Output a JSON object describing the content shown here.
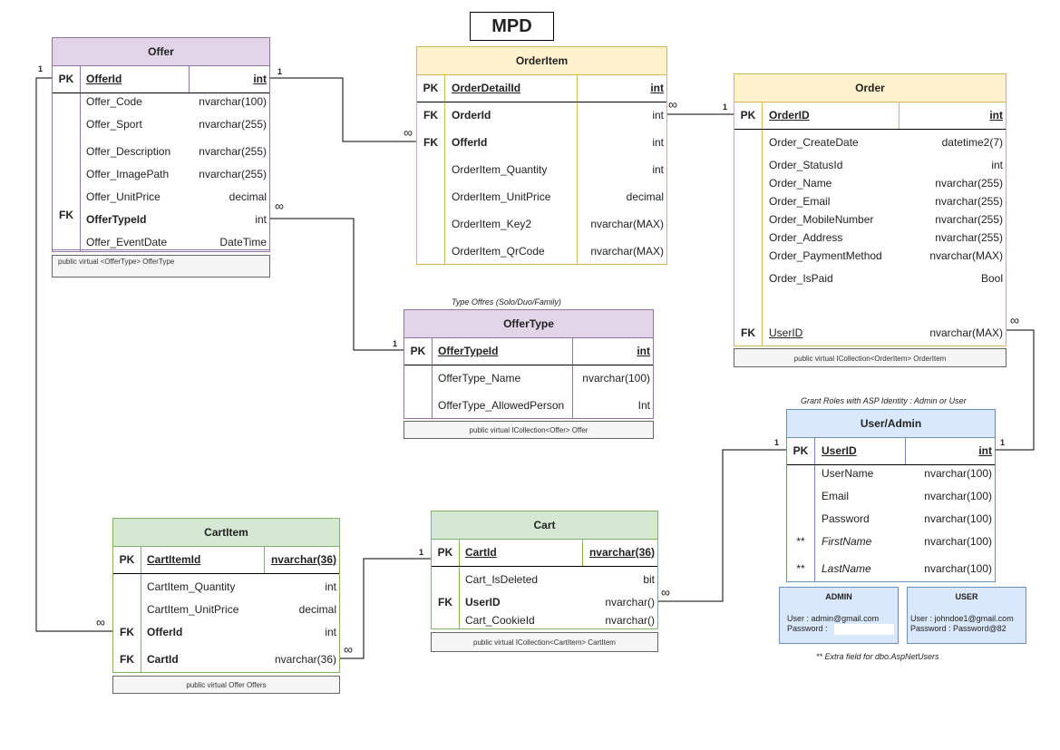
{
  "title": "MPD",
  "tables": {
    "offer": {
      "name": "Offer",
      "rows": [
        {
          "key": "PK",
          "name": "OfferId",
          "type": "int"
        },
        {
          "key": "",
          "name": "Offer_Code",
          "type": "nvarchar(100)"
        },
        {
          "key": "",
          "name": "Offer_Sport",
          "type": "nvarchar(255)"
        },
        {
          "key": "",
          "name": "Offer_Description",
          "type": "nvarchar(255)"
        },
        {
          "key": "",
          "name": "Offer_ImagePath",
          "type": "nvarchar(255)"
        },
        {
          "key": "",
          "name": "Offer_UnitPrice",
          "type": "decimal"
        },
        {
          "key": "FK",
          "name": "OfferTypeId",
          "type": "int"
        },
        {
          "key": "",
          "name": "Offer_EventDate",
          "type": "DateTime"
        }
      ],
      "footer": "public virtual <OfferType> OfferType"
    },
    "orderitem": {
      "name": "OrderItem",
      "rows": [
        {
          "key": "PK",
          "name": "OrderDetailId",
          "type": "int"
        },
        {
          "key": "FK",
          "name": "OrderId",
          "type": "int"
        },
        {
          "key": "FK",
          "name": "OfferId",
          "type": "int"
        },
        {
          "key": "",
          "name": "OrderItem_Quantity",
          "type": "int"
        },
        {
          "key": "",
          "name": "OrderItem_UnitPrice",
          "type": "decimal"
        },
        {
          "key": "",
          "name": "OrderItem_Key2",
          "type": "nvarchar(MAX)"
        },
        {
          "key": "",
          "name": "OrderItem_QrCode",
          "type": "nvarchar(MAX)"
        }
      ]
    },
    "order": {
      "name": "Order",
      "rows": [
        {
          "key": "PK",
          "name": "OrderID",
          "type": "int"
        },
        {
          "key": "",
          "name": "Order_CreateDate",
          "type": "datetime2(7)"
        },
        {
          "key": "",
          "name": "Order_StatusId",
          "type": "int"
        },
        {
          "key": "",
          "name": "Order_Name",
          "type": "nvarchar(255)"
        },
        {
          "key": "",
          "name": "Order_Email",
          "type": "nvarchar(255)"
        },
        {
          "key": "",
          "name": "Order_MobileNumber",
          "type": "nvarchar(255)"
        },
        {
          "key": "",
          "name": "Order_Address",
          "type": "nvarchar(255)"
        },
        {
          "key": "",
          "name": "Order_PaymentMethod",
          "type": "nvarchar(MAX)"
        },
        {
          "key": "",
          "name": "Order_IsPaid",
          "type": "Bool"
        },
        {
          "key": "FK",
          "name": "UserID",
          "type": "nvarchar(MAX)"
        }
      ],
      "footer": "public virtual ICollection<OrderItem> OrderItem"
    },
    "offertype": {
      "name": "OfferType",
      "note": "Type Offres (Solo/Duo/Family)",
      "rows": [
        {
          "key": "PK",
          "name": "OfferTypeId",
          "type": "int"
        },
        {
          "key": "",
          "name": "OfferType_Name",
          "type": "nvarchar(100)"
        },
        {
          "key": "",
          "name": "OfferType_AllowedPerson",
          "type": "Int"
        }
      ],
      "footer": "public virtual ICollection<Offer> Offer"
    },
    "user": {
      "name": "User/Admin",
      "note": "Grant Roles with ASP Identity : Admin or User",
      "rows": [
        {
          "key": "PK",
          "name": "UserID",
          "type": "int"
        },
        {
          "key": "",
          "name": "UserName",
          "type": "nvarchar(100)"
        },
        {
          "key": "",
          "name": "Email",
          "type": "nvarchar(100)"
        },
        {
          "key": "",
          "name": "Password",
          "type": "nvarchar(100)"
        },
        {
          "key": "**",
          "name": "FirstName",
          "type": "nvarchar(100)"
        },
        {
          "key": "**",
          "name": "LastName",
          "type": "nvarchar(100)"
        }
      ],
      "extra_note": "** Extra field for dbo.AspNetUsers"
    },
    "cartitem": {
      "name": "CartItem",
      "rows": [
        {
          "key": "PK",
          "name": "CartItemId",
          "type": "nvarchar(36)"
        },
        {
          "key": "",
          "name": "CartItem_Quantity",
          "type": "int"
        },
        {
          "key": "",
          "name": "CartItem_UnitPrice",
          "type": "decimal"
        },
        {
          "key": "FK",
          "name": "OfferId",
          "type": "int"
        },
        {
          "key": "FK",
          "name": "CartId",
          "type": "nvarchar(36)"
        }
      ],
      "footer": "public virtual Offer Offers"
    },
    "cart": {
      "name": "Cart",
      "rows": [
        {
          "key": "PK",
          "name": "CartId",
          "type": "nvarchar(36)"
        },
        {
          "key": "",
          "name": "Cart_IsDeleted",
          "type": "bit"
        },
        {
          "key": "FK",
          "name": "UserID",
          "type": "nvarchar()"
        },
        {
          "key": "",
          "name": "Cart_CookieId",
          "type": "nvarchar()"
        }
      ],
      "footer": "public virtual ICollection<CartItem> CartItem"
    }
  },
  "cards": {
    "admin": {
      "title": "ADMIN",
      "user": "User : admin@gmail.com",
      "password": "Password :"
    },
    "user": {
      "title": "USER",
      "user": "User : johndoe1@gmail.com",
      "password": "Password : Password@82"
    }
  },
  "multiplicity": {
    "one": "1",
    "many": "∞"
  }
}
